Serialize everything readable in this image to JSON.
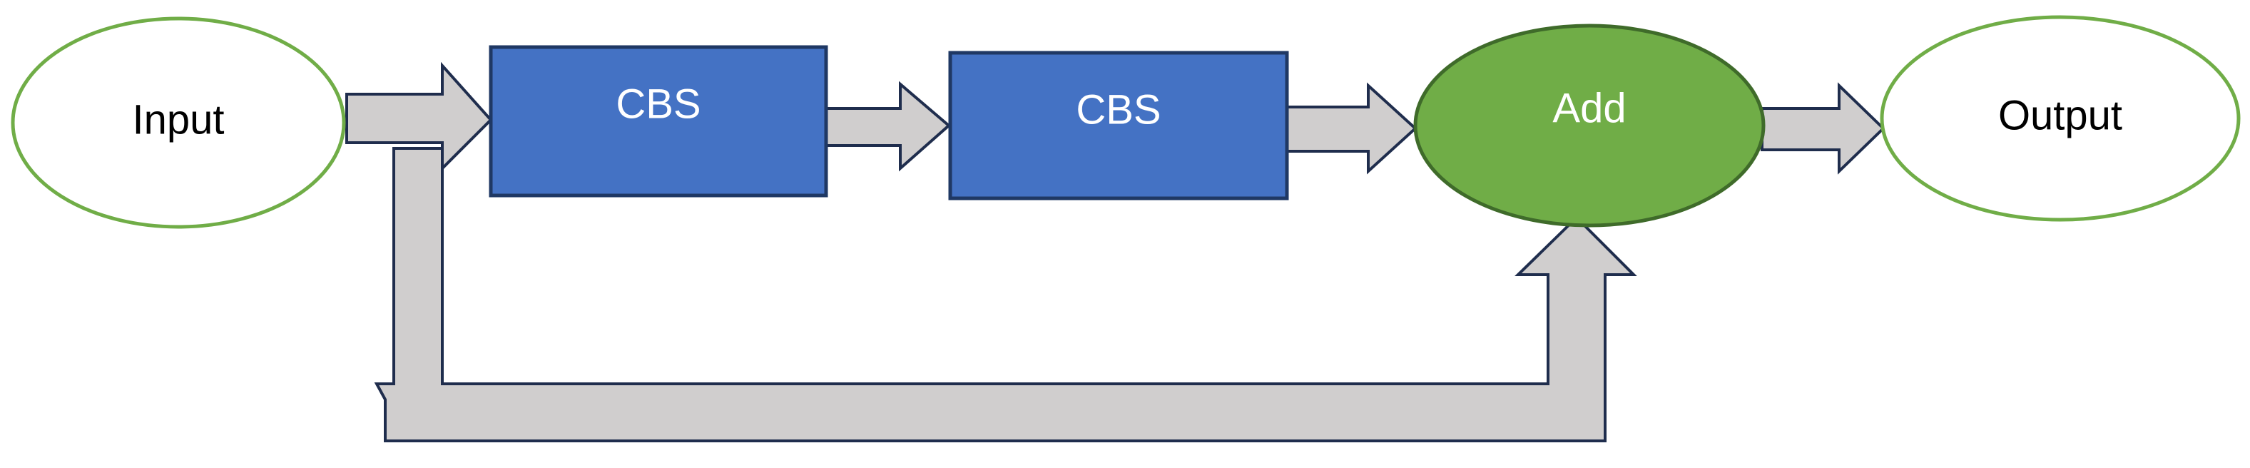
{
  "nodes": {
    "input": {
      "label": "Input"
    },
    "cbs1": {
      "label": "CBS"
    },
    "cbs2": {
      "label": "CBS"
    },
    "add": {
      "label": "Add"
    },
    "output": {
      "label": "Output"
    }
  },
  "colors": {
    "io_border": "#70ad47",
    "io_fill": "#ffffff",
    "io_text": "#000000",
    "cbs_fill": "#4472c4",
    "cbs_border": "#1f3864",
    "cbs_text": "#ffffff",
    "add_fill": "#70ad47",
    "add_border": "#3f6b2a",
    "add_text": "#ffffff",
    "arrow_fill": "#d0cece",
    "arrow_border": "#1f2d4d"
  }
}
